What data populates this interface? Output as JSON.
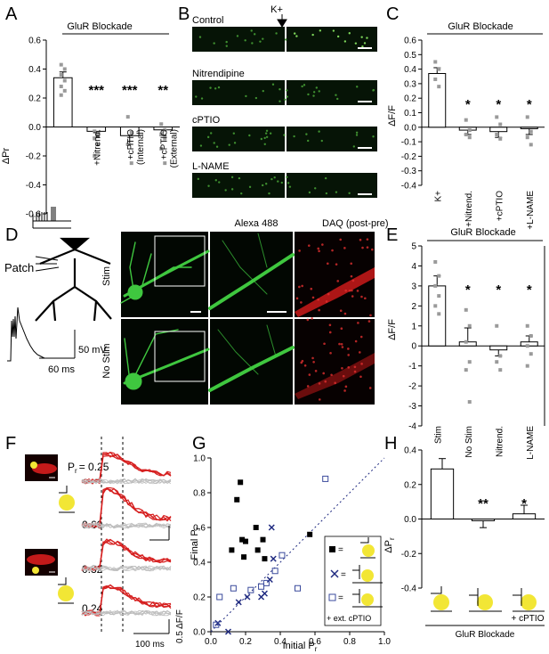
{
  "panels": {
    "A": {
      "letter": "A",
      "title": "GluR Blockade",
      "ylabel": "ΔPr",
      "yticks": [
        "0.6",
        "0.4",
        "0.2",
        "0.0",
        "-0.2",
        "-0.4",
        "-0.6"
      ],
      "xlabels": [
        "+Nitrend.",
        "+cPTIO (Internal)",
        "+cPTIO (External)"
      ],
      "stars": [
        "***",
        "***",
        "**"
      ]
    },
    "B": {
      "letter": "B",
      "arrow_label": "K+",
      "rows": [
        "Control",
        "Nitrendipine",
        "cPTIO",
        "L-NAME"
      ]
    },
    "C": {
      "letter": "C",
      "title": "GluR Blockade",
      "ylabel": "ΔF/F",
      "yticks": [
        "0.6",
        "0.5",
        "0.4",
        "0.3",
        "0.2",
        "0.1",
        "0.0",
        "-0.1",
        "-0.2",
        "-0.3",
        "-0.4"
      ],
      "xlabels": [
        "K+",
        "+Nitrend.",
        "+cPTIO",
        "+L-NAME"
      ],
      "stars": [
        "*",
        "*",
        "*"
      ]
    },
    "D": {
      "letter": "D",
      "patch": "Patch",
      "scale_mv": "50 mV",
      "scale_ms": "60 ms",
      "col1": "Alexa 488",
      "col2": "DAQ (post-pre)",
      "row1": "Stim",
      "row2": "No Stim"
    },
    "E": {
      "letter": "E",
      "title": "GluR Blockade",
      "ylabel": "ΔF/F",
      "yticks": [
        "5",
        "4",
        "3",
        "2",
        "1",
        "0",
        "-1",
        "-2",
        "-3",
        "-4"
      ],
      "xlabels": [
        "Stim",
        "No Stim",
        "Nitrend.",
        "L-NAME"
      ],
      "stars": [
        "*",
        "*",
        "*"
      ]
    },
    "F": {
      "letter": "F",
      "pr_label": "P",
      "pr_sub": "r",
      "pr_values": [
        "= 0.25",
        "0.60",
        "0.32",
        "0.24"
      ],
      "scale_y": "0.5 ΔF/F",
      "scale_x": "100 ms"
    },
    "G": {
      "letter": "G",
      "xlabel": "Initial P",
      "ylabel": "Final P",
      "sub": "r",
      "ticks": [
        "0.0",
        "0.2",
        "0.4",
        "0.6",
        "0.8",
        "1.0"
      ],
      "legend_eq": "=",
      "legend_note": "+ ext. cPTIO"
    },
    "H": {
      "letter": "H",
      "ylabel": "ΔP",
      "sub": "r",
      "yticks": [
        "0.4",
        "0.2",
        "0.0",
        "-0.2",
        "-0.4"
      ],
      "stars": [
        "**",
        "*"
      ],
      "note": "+ cPTIO",
      "title": "GluR Blockade"
    }
  },
  "chart_data": [
    {
      "panel": "A",
      "type": "bar",
      "categories": [
        "",
        "+Nitrend.",
        "+cPTIO (Internal)",
        "+cPTIO (External)"
      ],
      "values": [
        0.34,
        -0.03,
        -0.06,
        -0.02
      ],
      "errors": [
        0.04,
        0.04,
        0.06,
        0.04
      ],
      "points": [
        [
          0.43,
          0.4,
          0.36,
          0.32,
          0.28,
          0.25,
          0.22
        ],
        [
          -0.03,
          -0.05,
          -0.08,
          -0.12,
          -0.2
        ],
        [
          0.07,
          -0.04,
          -0.12,
          -0.25
        ],
        [
          0.02,
          -0.02,
          -0.05,
          -0.08,
          -0.15,
          -0.25
        ]
      ],
      "ylim": [
        -0.6,
        0.6
      ]
    },
    {
      "panel": "C",
      "type": "bar",
      "categories": [
        "K+",
        "+Nitrend.",
        "+cPTIO",
        "+L-NAME"
      ],
      "values": [
        0.37,
        -0.02,
        -0.03,
        -0.01
      ],
      "errors": [
        0.04,
        0.03,
        0.04,
        0.04
      ],
      "points": [
        [
          0.45,
          0.4,
          0.33,
          0.28
        ],
        [
          0.05,
          -0.02,
          -0.05,
          -0.07
        ],
        [
          0.07,
          0.02,
          -0.05,
          -0.08
        ],
        [
          0.07,
          -0.03,
          -0.07,
          -0.12
        ]
      ],
      "ylim": [
        -0.4,
        0.6
      ]
    },
    {
      "panel": "E",
      "type": "bar",
      "categories": [
        "Stim",
        "No Stim",
        "Nitrend.",
        "L-NAME"
      ],
      "values": [
        3.0,
        0.2,
        -0.2,
        0.2
      ],
      "errors": [
        0.5,
        0.7,
        0.3,
        0.3
      ],
      "points": [
        [
          4.2,
          3.5,
          3.0,
          2.5,
          2.0,
          1.6
        ],
        [
          1.8,
          1.0,
          0.2,
          -0.8,
          -1.2,
          -2.8
        ],
        [
          1.0,
          -0.5,
          -0.8,
          -1.2
        ],
        [
          1.0,
          0.5,
          0.0,
          -0.4,
          -1.0
        ]
      ],
      "ylim": [
        -4,
        5
      ]
    },
    {
      "panel": "G",
      "type": "scatter",
      "xlabel": "Initial Pr",
      "ylabel": "Final Pr",
      "xlim": [
        0,
        1
      ],
      "ylim": [
        0,
        1
      ],
      "series": [
        {
          "marker": "filled-square",
          "color": "#000000",
          "points": [
            [
              0.12,
              0.47
            ],
            [
              0.17,
              0.86
            ],
            [
              0.15,
              0.76
            ],
            [
              0.18,
              0.53
            ],
            [
              0.2,
              0.52
            ],
            [
              0.19,
              0.43
            ],
            [
              0.26,
              0.6
            ],
            [
              0.27,
              0.47
            ],
            [
              0.3,
              0.53
            ],
            [
              0.31,
              0.42
            ],
            [
              0.57,
              0.56
            ]
          ]
        },
        {
          "marker": "x",
          "color": "#1f2a80",
          "points": [
            [
              0.04,
              0.05
            ],
            [
              0.1,
              0.0
            ],
            [
              0.16,
              0.17
            ],
            [
              0.21,
              0.2
            ],
            [
              0.29,
              0.2
            ],
            [
              0.31,
              0.22
            ],
            [
              0.34,
              0.3
            ],
            [
              0.35,
              0.6
            ],
            [
              0.36,
              0.42
            ]
          ]
        },
        {
          "marker": "open-square",
          "color": "#3a4a9c",
          "points": [
            [
              0.03,
              0.04
            ],
            [
              0.05,
              0.2
            ],
            [
              0.13,
              0.25
            ],
            [
              0.23,
              0.24
            ],
            [
              0.29,
              0.26
            ],
            [
              0.32,
              0.28
            ],
            [
              0.37,
              0.35
            ],
            [
              0.41,
              0.44
            ],
            [
              0.5,
              0.25
            ],
            [
              0.66,
              0.88
            ]
          ]
        }
      ],
      "identity_line": true
    },
    {
      "panel": "H",
      "type": "bar",
      "categories": [
        "",
        "",
        "+ cPTIO"
      ],
      "values": [
        0.29,
        -0.01,
        0.03
      ],
      "errors": [
        0.06,
        0.04,
        0.05
      ],
      "ylim": [
        -0.4,
        0.4
      ]
    }
  ],
  "colors": {
    "gray_point": "#9a9a9a",
    "trace_red": "#d62020",
    "trace_gray": "#bdbdbd",
    "yellow": "#f2e635",
    "blue": "#1f2a80"
  }
}
